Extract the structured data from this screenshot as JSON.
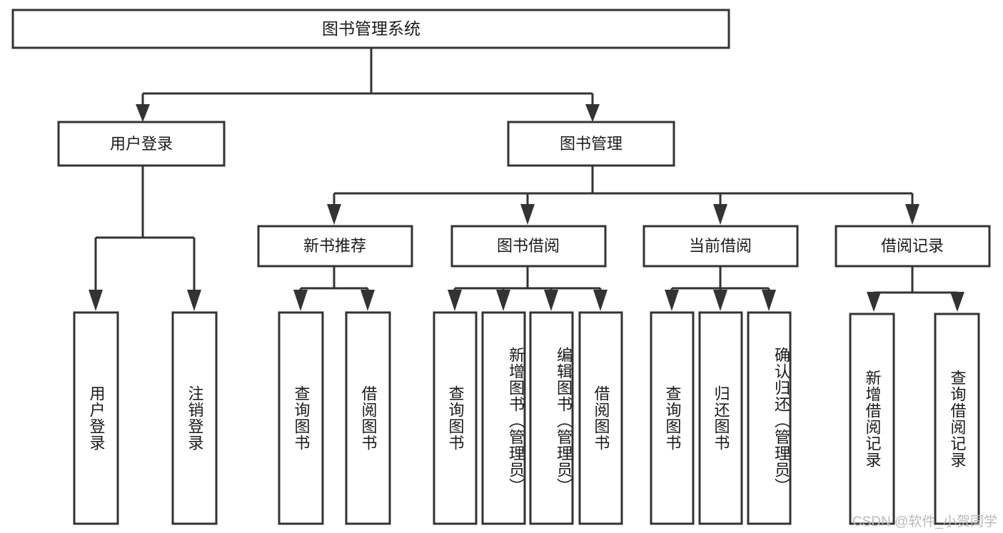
{
  "diagram": {
    "type": "hierarchy-tree",
    "title": "图书管理系统",
    "orientation": "top-down",
    "levels": 4,
    "root": {
      "id": "root",
      "label": "图书管理系统"
    },
    "level2": [
      {
        "id": "user-login",
        "label": "用户登录"
      },
      {
        "id": "book-management",
        "label": "图书管理"
      }
    ],
    "level3": [
      {
        "id": "new-book-recommend",
        "label": "新书推荐",
        "parent": "book-management"
      },
      {
        "id": "book-borrow",
        "label": "图书借阅",
        "parent": "book-management"
      },
      {
        "id": "current-borrow",
        "label": "当前借阅",
        "parent": "book-management"
      },
      {
        "id": "borrow-record",
        "label": "借阅记录",
        "parent": "book-management"
      }
    ],
    "leaves": [
      {
        "id": "leaf-user-login",
        "label": "用户登录",
        "parent": "user-login"
      },
      {
        "id": "leaf-user-logout",
        "label": "注销登录",
        "parent": "user-login"
      },
      {
        "id": "leaf-query-book-1",
        "label": "查询图书",
        "parent": "new-book-recommend"
      },
      {
        "id": "leaf-borrow-book-1",
        "label": "借阅图书",
        "parent": "new-book-recommend"
      },
      {
        "id": "leaf-query-book-2",
        "label": "查询图书",
        "parent": "book-borrow"
      },
      {
        "id": "leaf-add-book",
        "label": "新增图书（管理员）",
        "parent": "book-borrow"
      },
      {
        "id": "leaf-edit-book",
        "label": "编辑图书（管理员）",
        "parent": "book-borrow"
      },
      {
        "id": "leaf-borrow-book-2",
        "label": "借阅图书",
        "parent": "book-borrow"
      },
      {
        "id": "leaf-query-book-3",
        "label": "查询图书",
        "parent": "current-borrow"
      },
      {
        "id": "leaf-return-book",
        "label": "归还图书",
        "parent": "current-borrow"
      },
      {
        "id": "leaf-confirm-return",
        "label": "确认归还（管理员）",
        "parent": "current-borrow"
      },
      {
        "id": "leaf-add-record",
        "label": "新增借阅记录",
        "parent": "borrow-record"
      },
      {
        "id": "leaf-query-record",
        "label": "查询借阅记录",
        "parent": "borrow-record"
      }
    ],
    "colors": {
      "box_stroke": "#333333",
      "box_fill": "#ffffff",
      "connector": "#333333",
      "text": "#1a1a1a",
      "watermark": "#b9b9b9",
      "background": "#ffffff"
    }
  },
  "watermark": {
    "text": "CSDN @软件_小贺同学"
  }
}
